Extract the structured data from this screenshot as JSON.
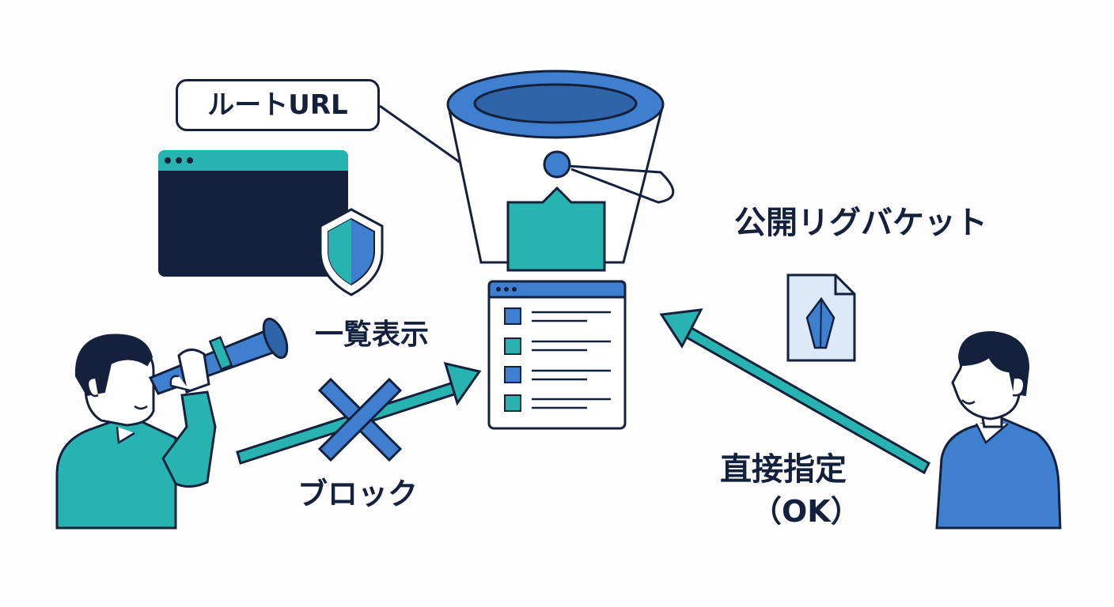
{
  "labels": {
    "root_url": "ルートURL",
    "public_bucket": "公開リグバケット",
    "list_view": "一覧表示",
    "block": "ブロック",
    "direct": "直接指定",
    "ok": "（OK）"
  },
  "colors": {
    "navy": "#14213d",
    "blue": "#3f7fcf",
    "teal": "#27b4b0",
    "light_blue": "#dbe9f8",
    "white": "#ffffff"
  },
  "icons": [
    "browser-window-icon",
    "shield-icon",
    "bucket-icon",
    "file-list-window-icon",
    "crystal-document-icon",
    "block-x-icon",
    "telescope-icon"
  ]
}
